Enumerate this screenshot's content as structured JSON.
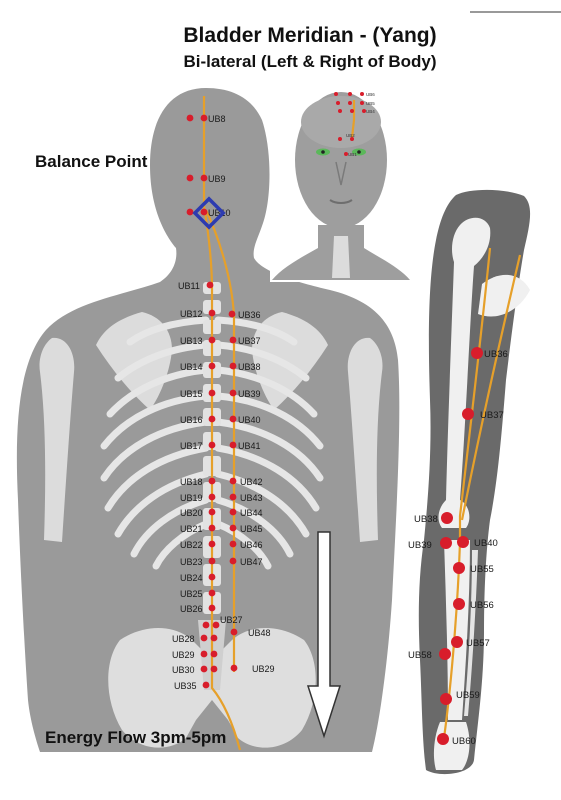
{
  "title": "Bladder Meridian - (Yang)",
  "subtitle": "Bi-lateral (Left & Right of Body)",
  "balance_point_label": "Balance Point",
  "energy_flow_label": "Energy Flow 3pm-5pm",
  "colors": {
    "meridian_line": "#e6a02a",
    "acupoint": "#d81d2b",
    "balance_marker": "#2d3bb0",
    "body_silhouette": "#9a9a9a",
    "bone": "#e4e4e4"
  },
  "torso_points": [
    {
      "label": "UB8"
    },
    {
      "label": "UB9"
    },
    {
      "label": "UB10"
    },
    {
      "label": "UB11"
    },
    {
      "label": "UB12"
    },
    {
      "label": "UB13"
    },
    {
      "label": "UB14"
    },
    {
      "label": "UB15"
    },
    {
      "label": "UB16"
    },
    {
      "label": "UB17"
    },
    {
      "label": "UB18"
    },
    {
      "label": "UB19"
    },
    {
      "label": "UB20"
    },
    {
      "label": "UB21"
    },
    {
      "label": "UB22"
    },
    {
      "label": "UB23"
    },
    {
      "label": "UB24"
    },
    {
      "label": "UB25"
    },
    {
      "label": "UB26"
    },
    {
      "label": "UB27"
    },
    {
      "label": "UB28"
    },
    {
      "label": "UB29"
    },
    {
      "label": "UB30"
    },
    {
      "label": "UB35"
    },
    {
      "label": "UB36"
    },
    {
      "label": "UB37"
    },
    {
      "label": "UB38"
    },
    {
      "label": "UB39"
    },
    {
      "label": "UB40"
    },
    {
      "label": "UB41"
    },
    {
      "label": "UB42"
    },
    {
      "label": "UB43"
    },
    {
      "label": "UB44"
    },
    {
      "label": "UB45"
    },
    {
      "label": "UB46"
    },
    {
      "label": "UB47"
    },
    {
      "label": "UB48"
    },
    {
      "label": "UB29"
    }
  ],
  "face_points": [
    {
      "label": "UB6"
    },
    {
      "label": "UB5"
    },
    {
      "label": "UB4"
    },
    {
      "label": "UB2"
    },
    {
      "label": "UB1"
    }
  ],
  "leg_points": [
    {
      "label": "UB36"
    },
    {
      "label": "UB37"
    },
    {
      "label": "UB38"
    },
    {
      "label": "UB39"
    },
    {
      "label": "UB40"
    },
    {
      "label": "UB55"
    },
    {
      "label": "UB56"
    },
    {
      "label": "UB57"
    },
    {
      "label": "UB58"
    },
    {
      "label": "UB59"
    },
    {
      "label": "UB60"
    }
  ]
}
